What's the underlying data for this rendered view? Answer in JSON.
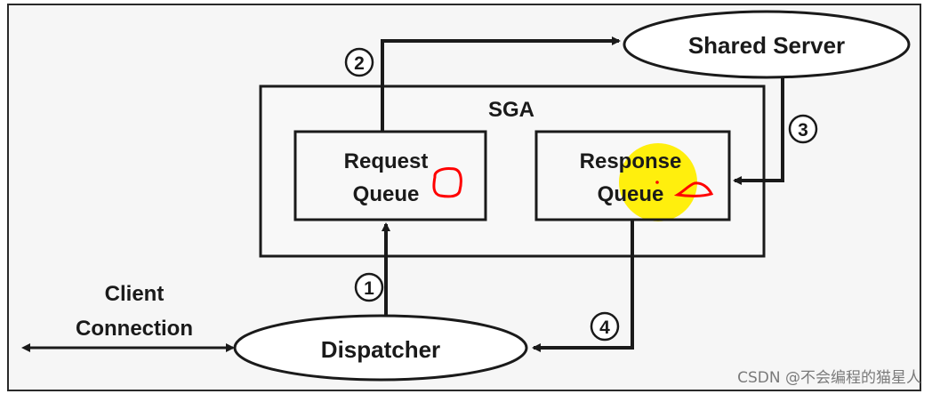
{
  "diagram": {
    "sga": {
      "label": "SGA"
    },
    "request_queue": {
      "line1": "Request",
      "line2": "Queue"
    },
    "response_queue": {
      "line1": "Response",
      "line2": "Queue"
    },
    "shared_server": {
      "label": "Shared Server"
    },
    "dispatcher": {
      "label": "Dispatcher"
    },
    "client_connection": {
      "line1": "Client",
      "line2": "Connection"
    },
    "steps": [
      "1",
      "2",
      "3",
      "4"
    ]
  },
  "annotation": {
    "highlight_color": "#ffee00",
    "ink_color": "#ff0000"
  },
  "watermark": {
    "text": "CSDN @不会编程的猫星人"
  }
}
